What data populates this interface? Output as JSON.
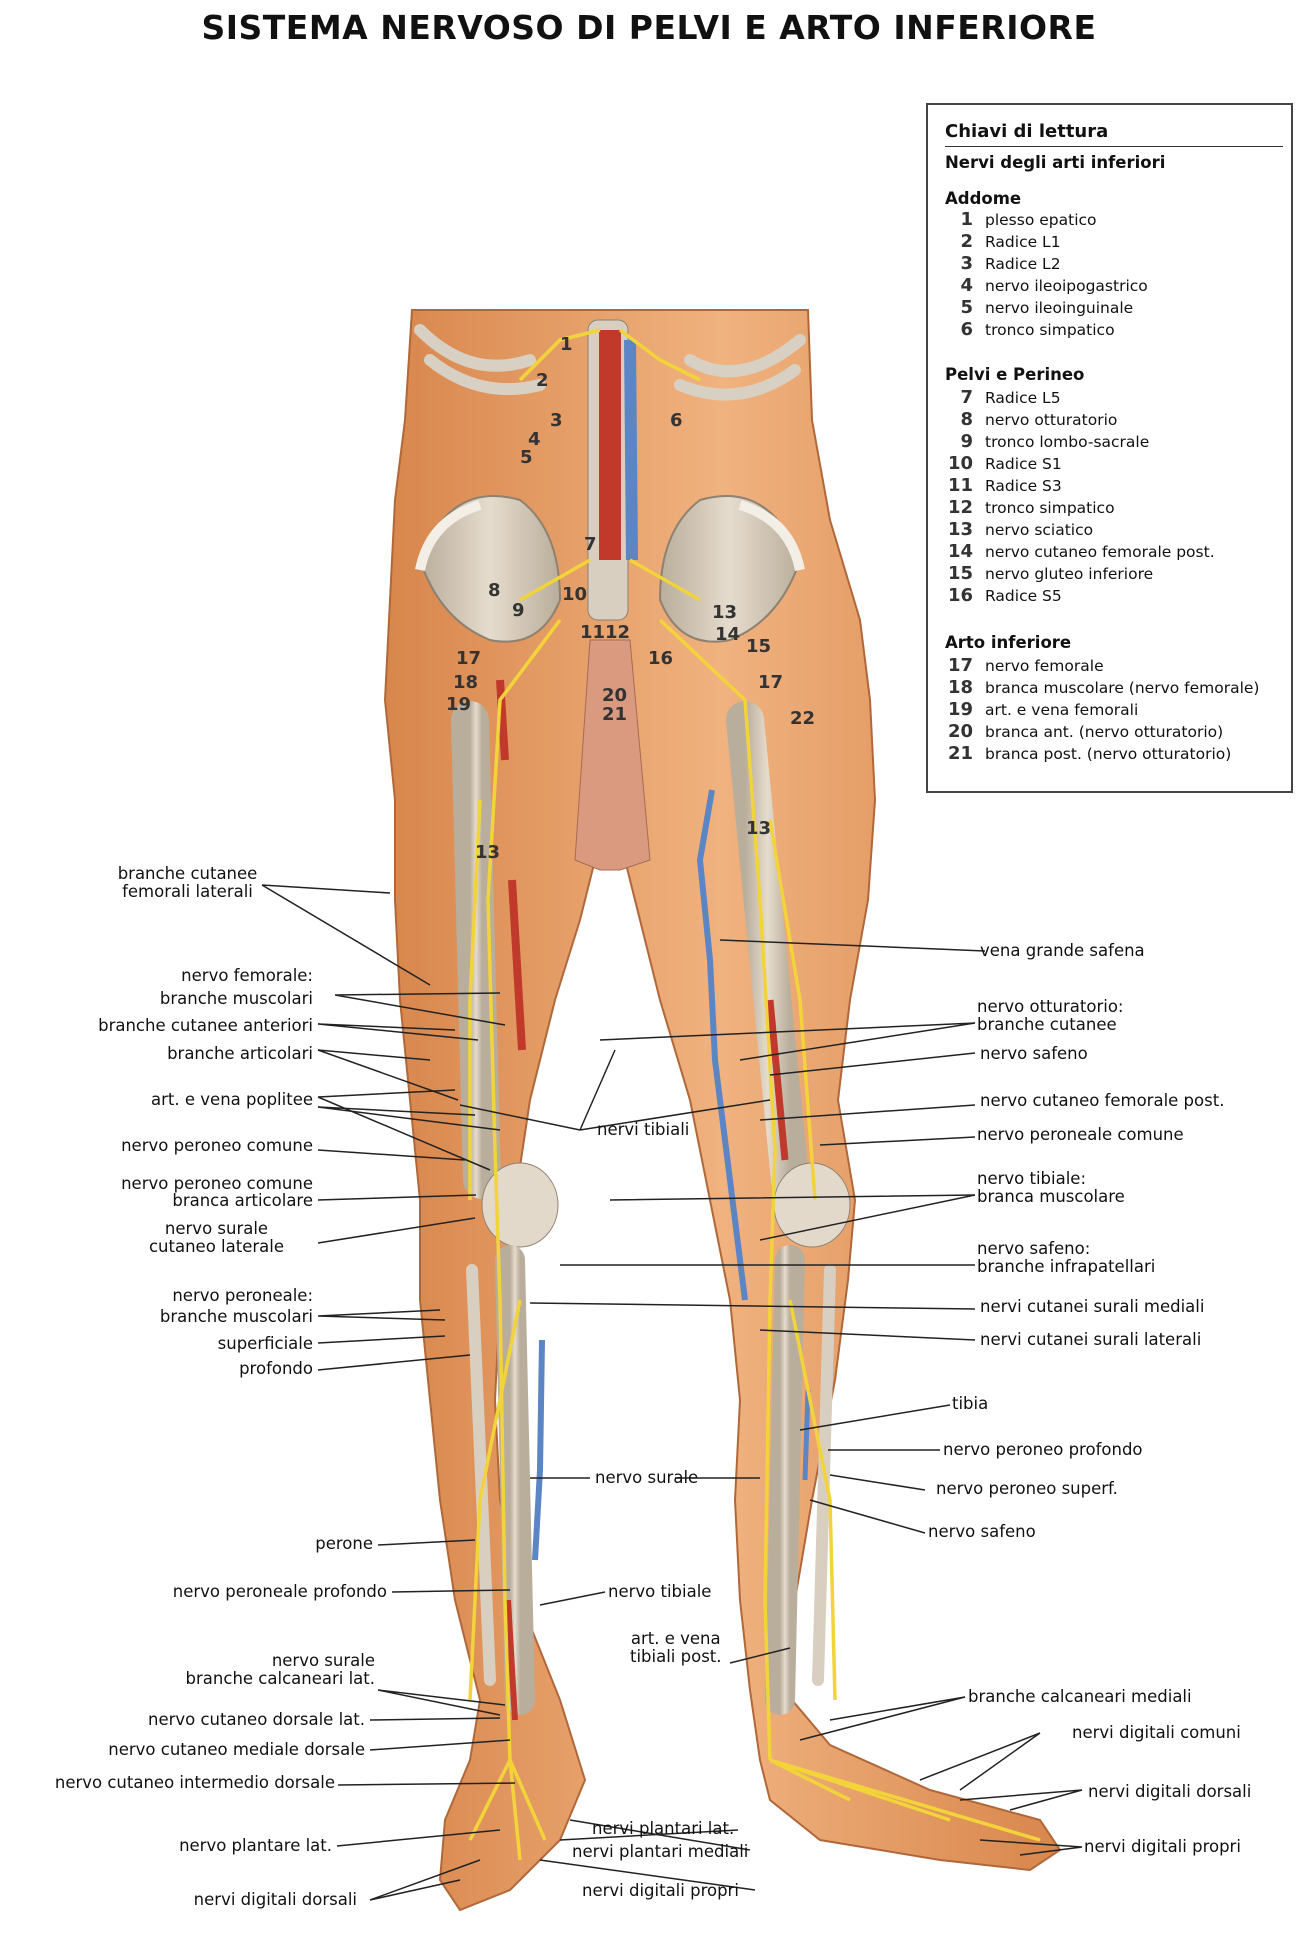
{
  "title": "SISTEMA NERVOSO DI PELVI E ARTO INFERIORE",
  "key": {
    "title": "Chiavi di lettura",
    "subtitle": "Nervi degli arti inferiori",
    "sections": [
      {
        "name": "Addome",
        "items": [
          {
            "n": "1",
            "label": "plesso epatico"
          },
          {
            "n": "2",
            "label": "Radice L1"
          },
          {
            "n": "3",
            "label": "Radice L2"
          },
          {
            "n": "4",
            "label": "nervo ileoipogastrico"
          },
          {
            "n": "5",
            "label": "nervo ileoinguinale"
          },
          {
            "n": "6",
            "label": "tronco simpatico"
          }
        ]
      },
      {
        "name": "Pelvi e Perineo",
        "items": [
          {
            "n": "7",
            "label": "Radice L5"
          },
          {
            "n": "8",
            "label": "nervo otturatorio"
          },
          {
            "n": "9",
            "label": "tronco lombo-sacrale"
          },
          {
            "n": "10",
            "label": "Radice S1"
          },
          {
            "n": "11",
            "label": "Radice S3"
          },
          {
            "n": "12",
            "label": "tronco simpatico"
          },
          {
            "n": "13",
            "label": "nervo sciatico"
          },
          {
            "n": "14",
            "label": "nervo cutaneo femorale post."
          },
          {
            "n": "15",
            "label": "nervo gluteo inferiore"
          },
          {
            "n": "16",
            "label": "Radice S5"
          }
        ]
      },
      {
        "name": "Arto inferiore",
        "items": [
          {
            "n": "17",
            "label": "nervo femorale"
          },
          {
            "n": "18",
            "label": "branca muscolare (nervo femorale)"
          },
          {
            "n": "19",
            "label": "art. e vena femorali"
          },
          {
            "n": "20",
            "label": "branca ant. (nervo otturatorio)"
          },
          {
            "n": "21",
            "label": "branca post. (nervo otturatorio)"
          }
        ]
      }
    ]
  },
  "figure_numbers": [
    "1",
    "2",
    "3",
    "4",
    "5",
    "6",
    "7",
    "8",
    "9",
    "10",
    "11",
    "12",
    "13",
    "14",
    "15",
    "16",
    "17",
    "18",
    "19",
    "20",
    "21",
    "22",
    "17",
    "13",
    "13"
  ],
  "labels_left": [
    "branche cutanee\nfemorali laterali",
    "nervo femorale:",
    "branche muscolari",
    "branche cutanee anteriori",
    "branche articolari",
    "art. e vena poplitee",
    "nervo peroneo comune",
    "nervo peroneo comune",
    "branca articolare",
    "nervo surale\ncutaneo laterale",
    "nervo peroneale:",
    "branche muscolari",
    "superficiale",
    "profondo",
    "perone",
    "nervo peroneale profondo",
    "nervo surale\nbranche calcaneari lat.",
    "nervo cutaneo dorsale lat.",
    "nervo cutaneo mediale dorsale",
    "nervo cutaneo intermedio dorsale",
    "nervo plantare lat.",
    "nervi digitali dorsali"
  ],
  "labels_center": [
    "nervi tibiali",
    "nervo surale",
    "nervo tibiale",
    "art. e vena\ntibiali post.",
    "nervi plantari lat.",
    "nervi plantari mediali",
    "nervi digitali propri"
  ],
  "labels_right": [
    "vena grande safena",
    "nervo otturatorio:\nbranche cutanee",
    "nervo safeno",
    "nervo cutaneo femorale post.",
    "nervo peroneale comune",
    "nervo tibiale:\nbranca muscolare",
    "nervo safeno:\nbranche infrapatellari",
    "nervi cutanei surali mediali",
    "nervi cutanei surali laterali",
    "tibia",
    "nervo peroneo profondo",
    "nervo peroneo superf.",
    "nervo safeno",
    "branche calcaneari mediali",
    "nervi digitali comuni",
    "nervi digitali dorsali",
    "nervi digitali propri"
  ],
  "colors": {
    "skin": "#e9a56f",
    "skin_dark": "#c97843",
    "bone": "#d9cfc0",
    "nerve": "#f2d43a",
    "artery": "#c0392b",
    "vein": "#5b85c4",
    "muscle": "#d98a5a"
  }
}
